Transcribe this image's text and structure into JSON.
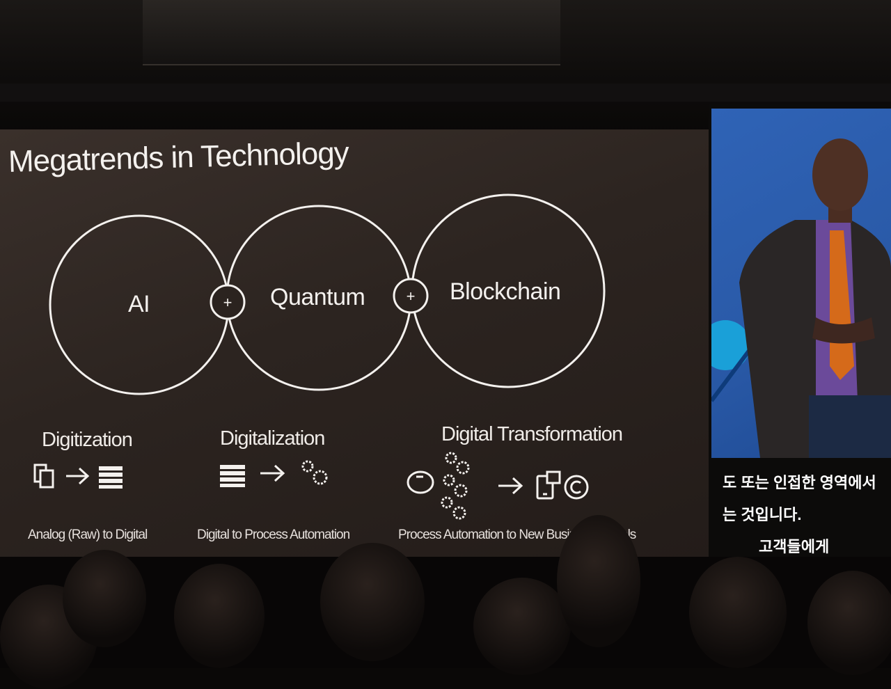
{
  "slide": {
    "title": "Megatrends in Technology",
    "circles": [
      {
        "label": "AI"
      },
      {
        "label": "Quantum"
      },
      {
        "label": "Blockchain"
      }
    ],
    "connector_symbol": "+",
    "stages": [
      {
        "title": "Digitization",
        "caption": "Analog (Raw) to Digital",
        "icons": [
          "document-icon",
          "arrow-right-icon",
          "data-grid-icon"
        ]
      },
      {
        "title": "Digitalization",
        "caption": "Digital to Process Automation",
        "icons": [
          "data-grid-icon",
          "arrow-right-icon",
          "gears-icon"
        ]
      },
      {
        "title": "Digital Transformation",
        "caption": "Process Automation to New Business Models",
        "icons": [
          "piggy-bank-icon",
          "gears-icon",
          "arrow-right-icon",
          "mobile-payment-icon",
          "coin-icon"
        ]
      }
    ]
  },
  "side_screen": {
    "subtitles": [
      "도 또는 인접한 영역에서",
      "는 것입니다.",
      "고객들에게"
    ]
  },
  "colors": {
    "slide_background": "#2c2420",
    "slide_text": "#f4f1ee",
    "side_video_background": "#2f63b6"
  }
}
